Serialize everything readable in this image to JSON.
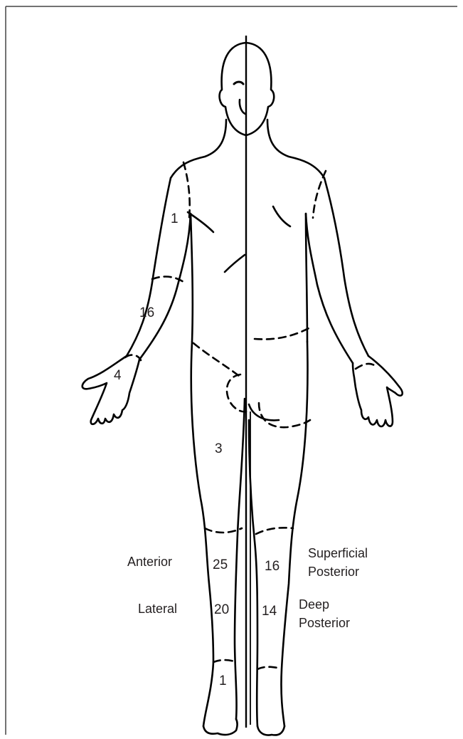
{
  "figure": {
    "line_color": "#000000",
    "label_color": "#231f20",
    "background": "#ffffff",
    "regions": {
      "shoulder": "1",
      "forearm": "16",
      "hand": "4",
      "thigh": "3",
      "anterior_leg": "25",
      "lateral_leg": "20",
      "foot": "1",
      "superficial_posterior_leg": "16",
      "deep_posterior_leg": "14"
    },
    "compartments": {
      "anterior": "Anterior",
      "lateral": "Lateral",
      "superficial_line1": "Superficial",
      "superficial_line2": "Posterior",
      "deep_line1": "Deep",
      "deep_line2": "Posterior"
    }
  }
}
